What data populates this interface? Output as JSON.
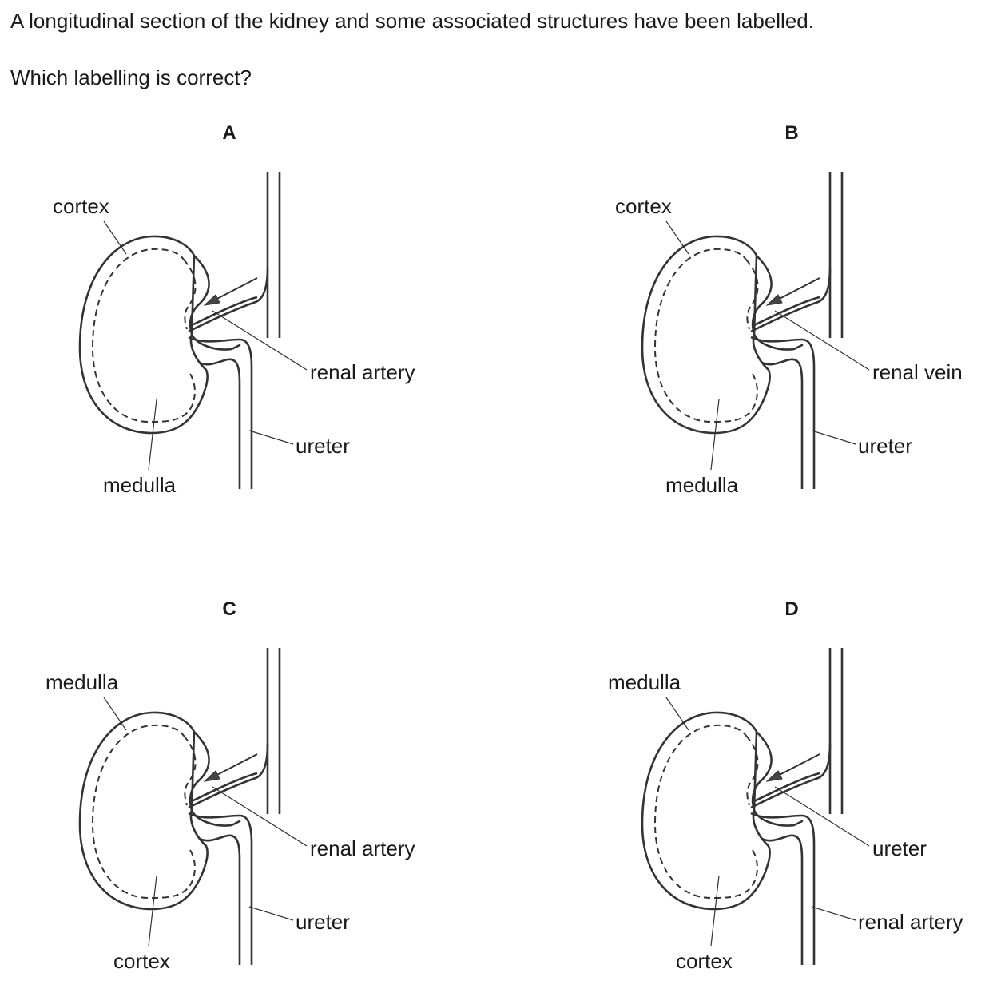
{
  "question": {
    "line1": "A longitudinal section of the kidney and some associated structures have been labelled.",
    "line2": "Which labelling is correct?"
  },
  "options": [
    {
      "letter": "A",
      "top_left_label": "cortex",
      "bottom_label": "medulla",
      "upper_right_label": "renal artery",
      "lower_right_label": "ureter"
    },
    {
      "letter": "B",
      "top_left_label": "cortex",
      "bottom_label": "medulla",
      "upper_right_label": "renal vein",
      "lower_right_label": "ureter"
    },
    {
      "letter": "C",
      "top_left_label": "medulla",
      "bottom_label": "cortex",
      "upper_right_label": "renal artery",
      "lower_right_label": "ureter"
    },
    {
      "letter": "D",
      "top_left_label": "medulla",
      "bottom_label": "cortex",
      "upper_right_label": "ureter",
      "lower_right_label": "renal artery"
    }
  ]
}
